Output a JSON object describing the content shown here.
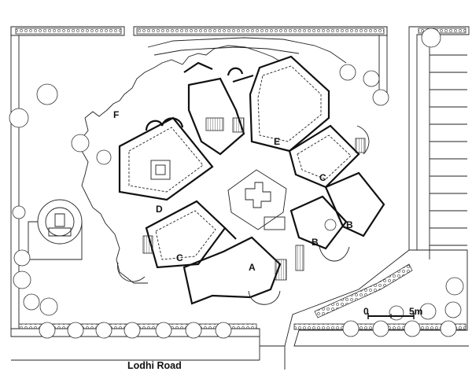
{
  "zones": {
    "a": "A",
    "b1": "B",
    "b2": "B",
    "c1": "C",
    "c2": "C",
    "d": "D",
    "e": "E",
    "f": "F"
  },
  "road_name": "Lodhi Road",
  "scale_bar": {
    "start": "0",
    "end": "5m"
  }
}
